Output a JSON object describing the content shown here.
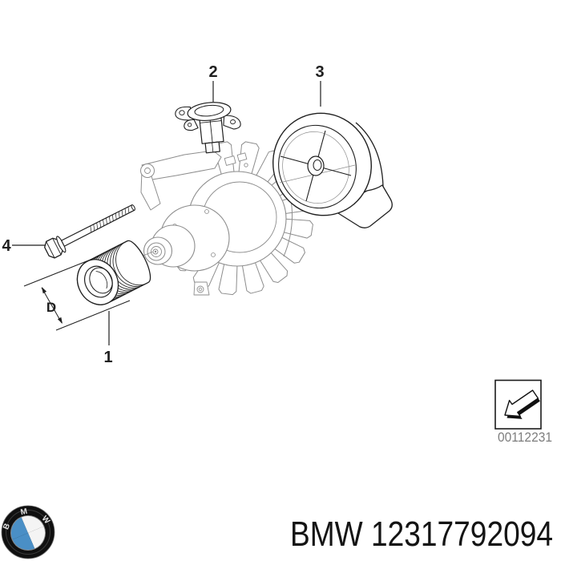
{
  "diagram": {
    "type": "exploded-parts-drawing",
    "callouts": [
      {
        "part": "pulley",
        "label": "1"
      },
      {
        "part": "voltage-regulator",
        "label": "2"
      },
      {
        "part": "protective-cap",
        "label": "3"
      },
      {
        "part": "bolt",
        "label": "4"
      }
    ],
    "dimension": {
      "label": "D"
    },
    "colors": {
      "part_line": "#1f1f1f",
      "assembly_line": "#8d8d8d"
    }
  },
  "stamp": {
    "code": "00112231",
    "icon": "change-arrow-stamp-icon",
    "code_color": "#7d7d7d"
  },
  "footer": {
    "part_text": "BMW 12317792094",
    "text_color": "#141414",
    "logo": {
      "icon": "bmw-roundel-logo",
      "letters": [
        "B",
        "M",
        "W"
      ],
      "blue": "#4a8fc6"
    }
  }
}
